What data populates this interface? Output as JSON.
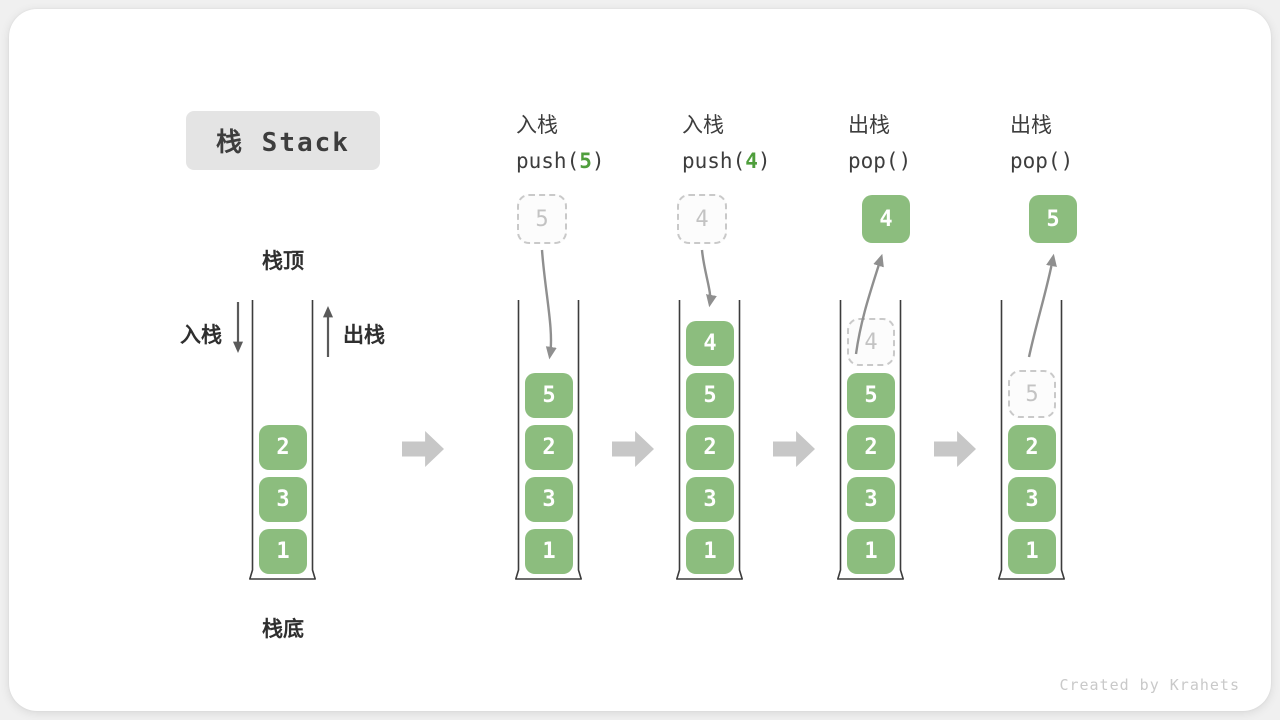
{
  "colors": {
    "page_bg": "#f0f0f0",
    "card_bg": "#ffffff",
    "badge_bg": "#e4e4e4",
    "ink": "#3d3d3d",
    "label_ink": "#2f2f2f",
    "green": "#8cbd7e",
    "accent_green": "#4f9e3c",
    "cell_text": "#ffffff",
    "dash": "#c9c9c9",
    "ghost_text": "#c3c3c3",
    "arrow": "#8f8f8f",
    "side_arrow": "#5a5a5a",
    "block_arrow": "#c7c7c7",
    "wall": "#3c3c3c",
    "watermark": "#c9c9c9"
  },
  "title_badge": {
    "label": "栈 Stack"
  },
  "labels": {
    "stack_top": "栈顶",
    "stack_bottom": "栈底",
    "push": "入栈",
    "pop": "出栈"
  },
  "watermark": "Created by Krahets",
  "stacks": [
    {
      "name": "initial-stack",
      "blocks": [
        "2",
        "3",
        "1"
      ]
    },
    {
      "name": "after-push-5",
      "op": {
        "label": "入栈",
        "code_pre": "push(",
        "code_arg": "5",
        "code_post": ")"
      },
      "incoming": "5",
      "blocks": [
        "5",
        "2",
        "3",
        "1"
      ]
    },
    {
      "name": "after-push-4",
      "op": {
        "label": "入栈",
        "code_pre": "push(",
        "code_arg": "4",
        "code_post": ")"
      },
      "incoming": "4",
      "blocks": [
        "4",
        "5",
        "2",
        "3",
        "1"
      ]
    },
    {
      "name": "after-pop-4",
      "op": {
        "label": "出栈",
        "code_pre": "pop(",
        "code_arg": "",
        "code_post": ")"
      },
      "outgoing": "4",
      "ghost": "4",
      "blocks": [
        "5",
        "2",
        "3",
        "1"
      ]
    },
    {
      "name": "after-pop-5",
      "op": {
        "label": "出栈",
        "code_pre": "pop(",
        "code_arg": "",
        "code_post": ")"
      },
      "outgoing": "5",
      "ghost": "5",
      "blocks": [
        "2",
        "3",
        "1"
      ]
    }
  ]
}
